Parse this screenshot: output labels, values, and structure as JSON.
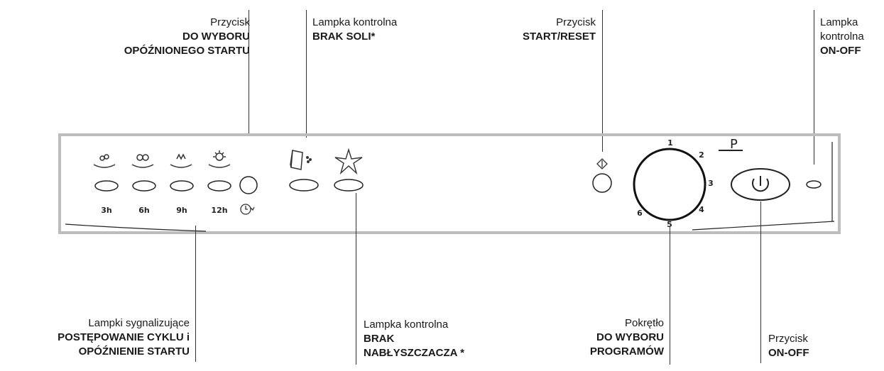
{
  "labels": {
    "delay_button": {
      "line1": "Przycisk",
      "line2": "DO WYBORU",
      "line3": "OPÓŹNIONEGO STARTU"
    },
    "salt_lamp": {
      "line1": "Lampka kontrolna",
      "line2": "BRAK SOLI*"
    },
    "start_reset": {
      "line1": "Przycisk",
      "line2": "START/RESET"
    },
    "onoff_lamp": {
      "line1": "Lampka",
      "line2": "kontrolna",
      "line3": "ON-OFF"
    },
    "cycle_lamps": {
      "line1": "Lampki sygnalizujące",
      "line2": "POSTĘPOWANIE CYKLU i",
      "line3": "OPÓŹNIENIE STARTU"
    },
    "rinse_lamp": {
      "line1": "Lampka kontrolna",
      "line2": "BRAK",
      "line3": "NABŁYSZCZACZA *"
    },
    "program_knob": {
      "line1": "Pokrętło",
      "line2": "DO WYBORU",
      "line3": "PROGRAMÓW"
    },
    "onoff_button": {
      "line1": "Przycisk",
      "line2": "ON-OFF"
    }
  },
  "panel": {
    "delay_times": [
      "3h",
      "6h",
      "9h",
      "12h"
    ],
    "dial_numbers": [
      "1",
      "2",
      "3",
      "4",
      "5",
      "6"
    ],
    "program_mark": "P"
  }
}
